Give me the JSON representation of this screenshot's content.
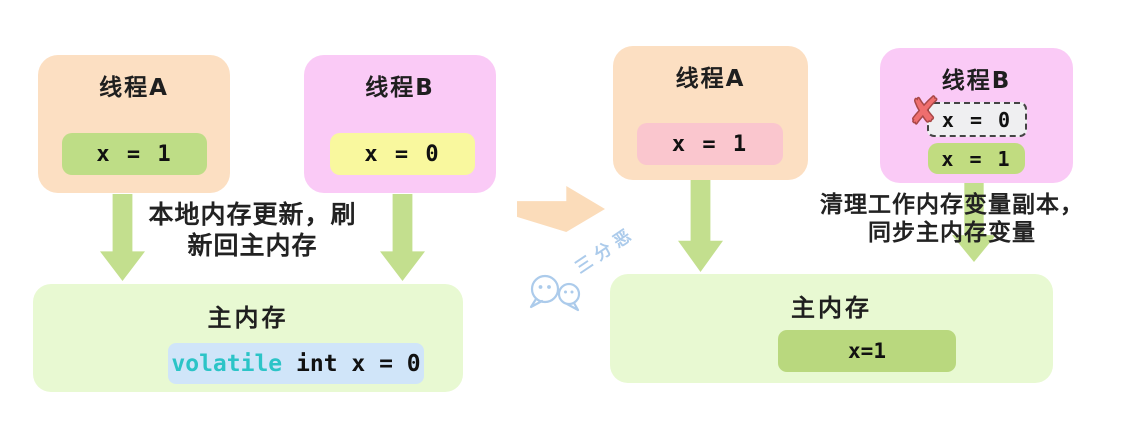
{
  "left": {
    "thread_a": {
      "title": "线程A",
      "value": "x = 1"
    },
    "thread_b": {
      "title": "线程B",
      "value": "x = 0"
    },
    "annotation": {
      "line1": "本地内存更新，刷",
      "line2": "新回主内存"
    },
    "main_memory": {
      "title": "主内存",
      "code_keyword": "volatile",
      "code_rest": "int x = 0"
    }
  },
  "right": {
    "thread_a": {
      "title": "线程A",
      "value": "x = 1"
    },
    "thread_b": {
      "title": "线程B",
      "old_value": "x = 0",
      "new_value": "x = 1",
      "cross_mark": "✘"
    },
    "annotation": {
      "line1": "清理工作内存变量副本，",
      "line2": "同步主内存变量"
    },
    "main_memory": {
      "title": "主内存",
      "value": "x=1"
    }
  },
  "watermark": {
    "text": "三分恶"
  },
  "colors": {
    "thread_a_bg": "#fcdfc2",
    "thread_b_bg": "#facaf6",
    "value_green": "#bedd86",
    "value_yellow": "#f9f89e",
    "value_pink": "#fac6ce",
    "value_green_dark": "#b9d87e",
    "main_memory_bg": "#e8f9d2",
    "code_bg": "#d0e5f9",
    "code_keyword_color": "#2cc4c7",
    "arrow_green": "#c3df8e",
    "arrow_peach": "#fbdcba",
    "cross_red": "#ef6e6e",
    "old_value_bg": "#efeff1",
    "watermark_blue": "#a8c9ea"
  }
}
